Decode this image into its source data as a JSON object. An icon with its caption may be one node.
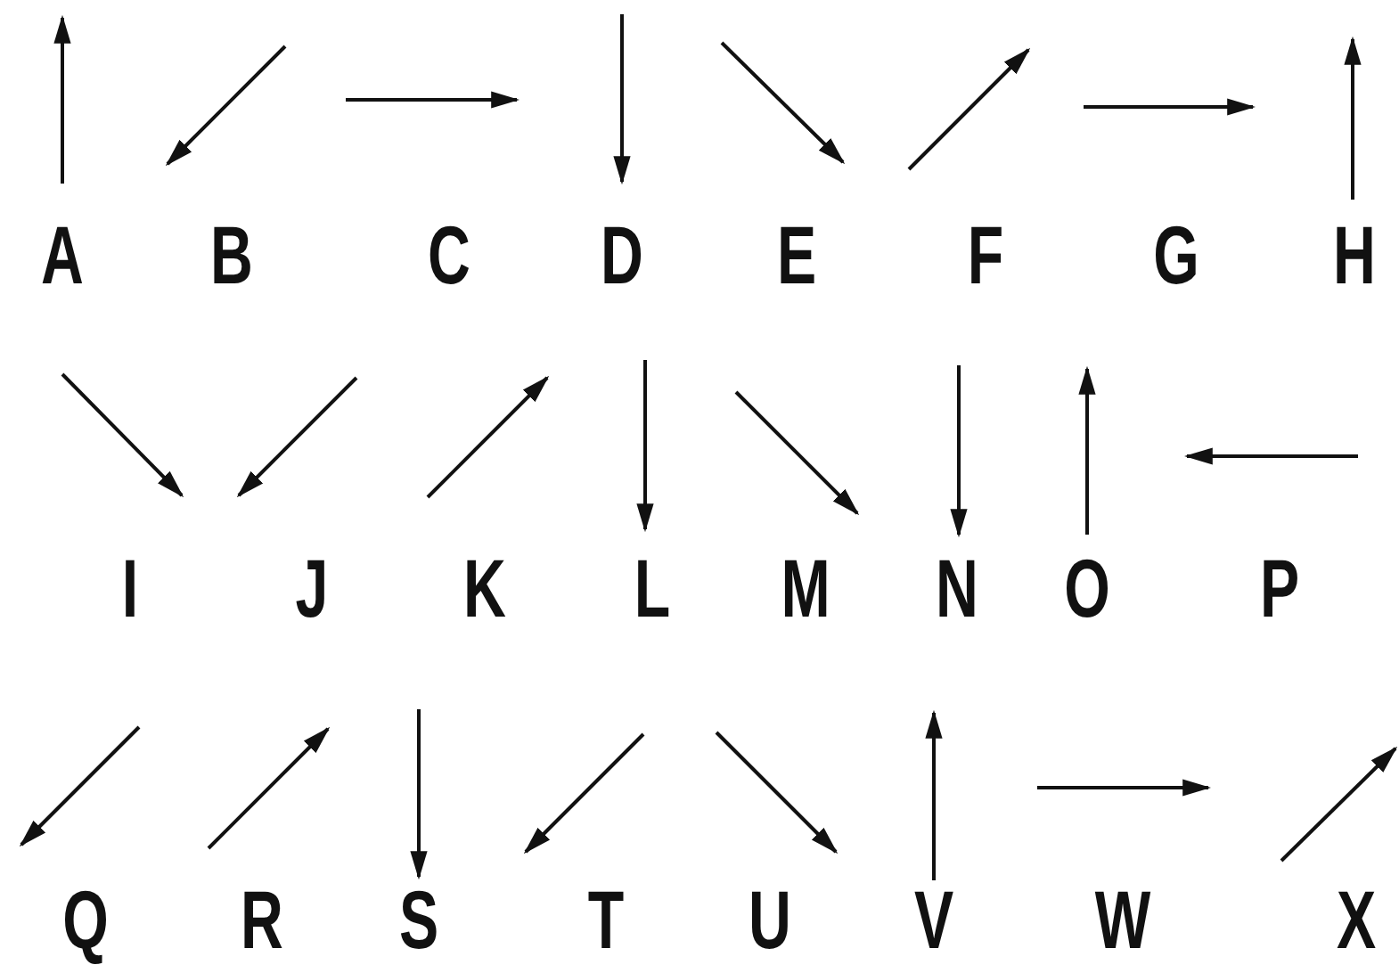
{
  "diagram": {
    "labels": [
      "A",
      "B",
      "C",
      "D",
      "E",
      "F",
      "G",
      "H",
      "I",
      "J",
      "K",
      "L",
      "M",
      "N",
      "O",
      "P",
      "Q",
      "R",
      "S",
      "T",
      "U",
      "V",
      "W",
      "X"
    ]
  }
}
